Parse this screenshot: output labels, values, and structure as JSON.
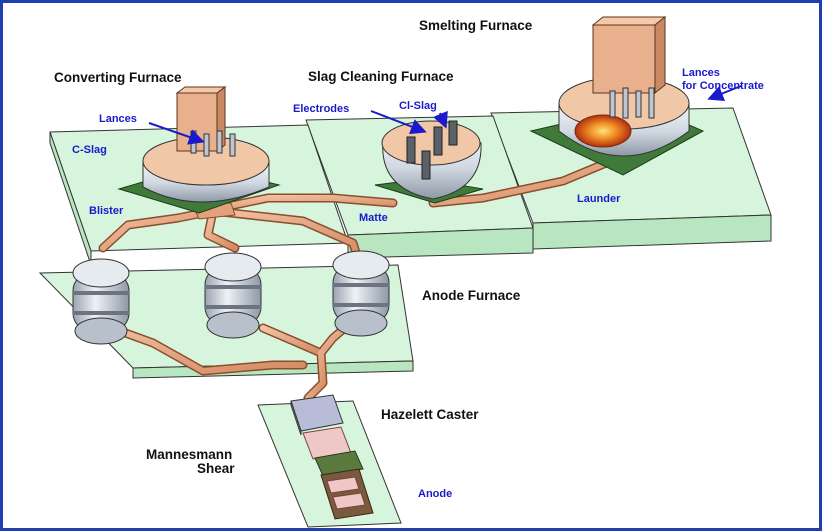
{
  "colors": {
    "platform_fill": "#d6f5dc",
    "platform_side": "#b7e6c1",
    "platform_stroke": "#333333",
    "vessel_fill": "#dde3ea",
    "vessel_shade": "#9aa4b2",
    "copper": "#e3a27b",
    "copper_dark": "#8a4d2e",
    "label_blue": "#1a1acc",
    "label_black": "#111111",
    "frame": "#1f3fb0"
  },
  "labels": {
    "smelting_furnace": "Smelting Furnace",
    "converting_furnace": "Converting Furnace",
    "slag_cleaning_furnace": "Slag Cleaning Furnace",
    "anode_furnace": "Anode Furnace",
    "hazelett_caster": "Hazelett Caster",
    "mannesmann_shear_line1": "Mannesmann",
    "mannesmann_shear_line2": "Shear"
  },
  "annotations": {
    "lances_converting": "Lances",
    "c_slag": "C-Slag",
    "blister": "Blister",
    "electrodes": "Electrodes",
    "cl_slag": "Cl-Slag",
    "matte": "Matte",
    "launder": "Launder",
    "lances_concentrate_line1": "Lances",
    "lances_concentrate_line2": "for Concentrate",
    "anode": "Anode"
  }
}
